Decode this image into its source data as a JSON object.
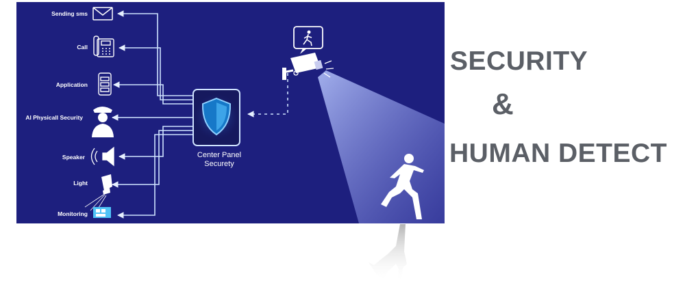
{
  "outputs": [
    {
      "label": "Sending sms",
      "icon": "envelope-icon"
    },
    {
      "label": "Call",
      "icon": "phone-icon"
    },
    {
      "label": "Application",
      "icon": "mobile-app-icon"
    },
    {
      "label": "Al Physicall Security",
      "icon": "security-guard-icon"
    },
    {
      "label": "Speaker",
      "icon": "speaker-icon"
    },
    {
      "label": "Light",
      "icon": "spotlight-icon"
    },
    {
      "label": "Monitoring",
      "icon": "monitoring-icon"
    }
  ],
  "center_panel": {
    "line1": "Center Panel",
    "line2": "Securety",
    "icon": "shield-icon"
  },
  "camera": {
    "icon": "cctv-camera-icon",
    "alert_icon": "running-person-alert-icon"
  },
  "headline": {
    "line1": "SECURITY",
    "line2": "&",
    "line3": "HUMAN DETECT"
  },
  "colors": {
    "panel_bg": "#1d1f7e",
    "line": "#cfe3ff",
    "accent": "#4fc3f7",
    "headline": "#5b5f66"
  }
}
